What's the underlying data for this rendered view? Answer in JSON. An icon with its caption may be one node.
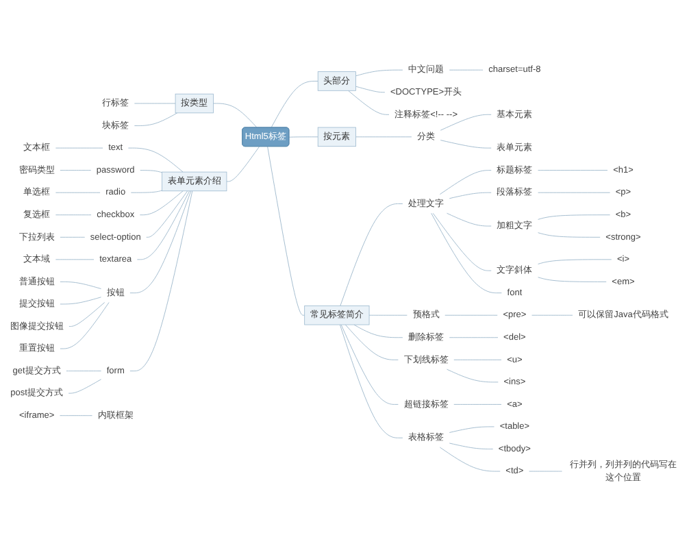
{
  "diagram": {
    "nodes": [
      {
        "text": [
          "Html5标签"
        ]
      },
      {
        "text": [
          "头部分"
        ]
      },
      {
        "text": [
          "中文问题"
        ]
      },
      {
        "text": [
          "charset=utf-8"
        ]
      },
      {
        "text": [
          "<DOCTYPE>开头"
        ]
      },
      {
        "text": [
          "注释标签<!-- -->"
        ]
      },
      {
        "text": [
          "按元素"
        ]
      },
      {
        "text": [
          "分类"
        ]
      },
      {
        "text": [
          "基本元素"
        ]
      },
      {
        "text": [
          "表单元素"
        ]
      },
      {
        "text": [
          "按类型"
        ]
      },
      {
        "text": [
          "行标签"
        ]
      },
      {
        "text": [
          "块标签"
        ]
      },
      {
        "text": [
          "表单元素介绍"
        ]
      },
      {
        "text": [
          "text"
        ]
      },
      {
        "text": [
          "文本框"
        ]
      },
      {
        "text": [
          "password"
        ]
      },
      {
        "text": [
          "密码类型"
        ]
      },
      {
        "text": [
          "radio"
        ]
      },
      {
        "text": [
          "单选框"
        ]
      },
      {
        "text": [
          "checkbox"
        ]
      },
      {
        "text": [
          "复选框"
        ]
      },
      {
        "text": [
          "select-option"
        ]
      },
      {
        "text": [
          "下拉列表"
        ]
      },
      {
        "text": [
          "textarea"
        ]
      },
      {
        "text": [
          "文本域"
        ]
      },
      {
        "text": [
          "按钮"
        ]
      },
      {
        "text": [
          "普通按钮"
        ]
      },
      {
        "text": [
          "提交按钮"
        ]
      },
      {
        "text": [
          "图像提交按钮"
        ]
      },
      {
        "text": [
          "重置按钮"
        ]
      },
      {
        "text": [
          "form"
        ]
      },
      {
        "text": [
          "get提交方式"
        ]
      },
      {
        "text": [
          "post提交方式"
        ]
      },
      {
        "text": [
          "常见标签简介"
        ]
      },
      {
        "text": [
          "处理文字"
        ]
      },
      {
        "text": [
          "标题标签"
        ]
      },
      {
        "text": [
          "<h1>"
        ]
      },
      {
        "text": [
          "段落标签"
        ]
      },
      {
        "text": [
          "<p>"
        ]
      },
      {
        "text": [
          "加粗文字"
        ]
      },
      {
        "text": [
          "<b>"
        ]
      },
      {
        "text": [
          "<strong>"
        ]
      },
      {
        "text": [
          "文字斜体"
        ]
      },
      {
        "text": [
          "<i>"
        ]
      },
      {
        "text": [
          "<em>"
        ]
      },
      {
        "text": [
          "font"
        ]
      },
      {
        "text": [
          "预格式"
        ]
      },
      {
        "text": [
          "<pre>"
        ]
      },
      {
        "text": [
          "可以保留Java代码格式"
        ]
      },
      {
        "text": [
          "删除标签"
        ]
      },
      {
        "text": [
          "<del>"
        ]
      },
      {
        "text": [
          "下划线标签"
        ]
      },
      {
        "text": [
          "<u>"
        ]
      },
      {
        "text": [
          "<ins>"
        ]
      },
      {
        "text": [
          "超链接标签"
        ]
      },
      {
        "text": [
          "<a>"
        ]
      },
      {
        "text": [
          "表格标签"
        ]
      },
      {
        "text": [
          "<table>"
        ]
      },
      {
        "text": [
          "<tbody>"
        ]
      },
      {
        "text": [
          "<td>"
        ]
      },
      {
        "text": [
          "行并列，列并列的代码写在这个位置"
        ]
      },
      {
        "text": [
          "<iframe>"
        ]
      },
      {
        "text": [
          "内联框架"
        ]
      }
    ],
    "edges": [
      {
        "from": 0,
        "to": 1,
        "arrow": "none"
      },
      {
        "from": 1,
        "to": 2,
        "arrow": "none"
      },
      {
        "from": 2,
        "to": 3,
        "arrow": "none"
      },
      {
        "from": 1,
        "to": 4,
        "arrow": "none"
      },
      {
        "from": 1,
        "to": 5,
        "arrow": "none"
      },
      {
        "from": 0,
        "to": 6,
        "arrow": "none"
      },
      {
        "from": 6,
        "to": 7,
        "arrow": "none"
      },
      {
        "from": 7,
        "to": 8,
        "arrow": "none"
      },
      {
        "from": 7,
        "to": 9,
        "arrow": "none"
      },
      {
        "from": 11,
        "to": 10,
        "arrow": "none"
      },
      {
        "from": 12,
        "to": 10,
        "arrow": "none"
      },
      {
        "from": 10,
        "to": 0,
        "arrow": "none"
      },
      {
        "from": 15,
        "to": 14,
        "arrow": "none"
      },
      {
        "from": 14,
        "to": 13,
        "arrow": "none"
      },
      {
        "from": 17,
        "to": 16,
        "arrow": "none"
      },
      {
        "from": 16,
        "to": 13,
        "arrow": "none"
      },
      {
        "from": 19,
        "to": 18,
        "arrow": "none"
      },
      {
        "from": 18,
        "to": 13,
        "arrow": "none"
      },
      {
        "from": 21,
        "to": 20,
        "arrow": "none"
      },
      {
        "from": 20,
        "to": 13,
        "arrow": "none"
      },
      {
        "from": 23,
        "to": 22,
        "arrow": "none"
      },
      {
        "from": 22,
        "to": 13,
        "arrow": "none"
      },
      {
        "from": 25,
        "to": 24,
        "arrow": "none"
      },
      {
        "from": 24,
        "to": 13,
        "arrow": "none"
      },
      {
        "from": 27,
        "to": 26,
        "arrow": "none"
      },
      {
        "from": 28,
        "to": 26,
        "arrow": "none"
      },
      {
        "from": 29,
        "to": 26,
        "arrow": "none"
      },
      {
        "from": 30,
        "to": 26,
        "arrow": "none"
      },
      {
        "from": 26,
        "to": 13,
        "arrow": "none"
      },
      {
        "from": 32,
        "to": 31,
        "arrow": "none"
      },
      {
        "from": 33,
        "to": 31,
        "arrow": "none"
      },
      {
        "from": 31,
        "to": 13,
        "arrow": "none"
      },
      {
        "from": 13,
        "to": 0,
        "arrow": "none"
      },
      {
        "from": 0,
        "to": 34,
        "arrow": "none"
      },
      {
        "from": 34,
        "to": 35,
        "arrow": "none"
      },
      {
        "from": 35,
        "to": 36,
        "arrow": "none"
      },
      {
        "from": 36,
        "to": 37,
        "arrow": "none"
      },
      {
        "from": 35,
        "to": 38,
        "arrow": "none"
      },
      {
        "from": 38,
        "to": 39,
        "arrow": "none"
      },
      {
        "from": 35,
        "to": 40,
        "arrow": "none"
      },
      {
        "from": 40,
        "to": 41,
        "arrow": "none"
      },
      {
        "from": 40,
        "to": 42,
        "arrow": "none"
      },
      {
        "from": 35,
        "to": 43,
        "arrow": "none"
      },
      {
        "from": 43,
        "to": 44,
        "arrow": "none"
      },
      {
        "from": 43,
        "to": 45,
        "arrow": "none"
      },
      {
        "from": 35,
        "to": 46,
        "arrow": "none"
      },
      {
        "from": 34,
        "to": 47,
        "arrow": "none"
      },
      {
        "from": 47,
        "to": 48,
        "arrow": "none"
      },
      {
        "from": 48,
        "to": 49,
        "arrow": "none"
      },
      {
        "from": 34,
        "to": 50,
        "arrow": "none"
      },
      {
        "from": 50,
        "to": 51,
        "arrow": "none"
      },
      {
        "from": 34,
        "to": 52,
        "arrow": "none"
      },
      {
        "from": 52,
        "to": 53,
        "arrow": "none"
      },
      {
        "from": 52,
        "to": 54,
        "arrow": "none"
      },
      {
        "from": 34,
        "to": 55,
        "arrow": "none"
      },
      {
        "from": 55,
        "to": 56,
        "arrow": "none"
      },
      {
        "from": 34,
        "to": 57,
        "arrow": "none"
      },
      {
        "from": 57,
        "to": 58,
        "arrow": "none"
      },
      {
        "from": 57,
        "to": 59,
        "arrow": "none"
      },
      {
        "from": 57,
        "to": 60,
        "arrow": "none"
      },
      {
        "from": 60,
        "to": 61,
        "arrow": "none"
      },
      {
        "from": 62,
        "to": 63,
        "arrow": "none"
      }
    ]
  }
}
